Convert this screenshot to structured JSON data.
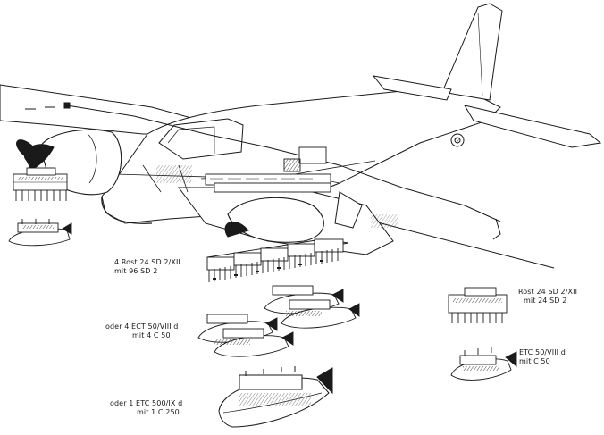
{
  "colors": {
    "ink": "#1a1a1a",
    "shade": "#9a9a9a",
    "paper": "#ffffff"
  },
  "labels": {
    "rost_4": {
      "line1": "4 Rost 24 SD 2/XII",
      "line2": "mit 96 SD 2"
    },
    "ect_4": {
      "line1": "oder  4 ECT 50/VIII d",
      "line2": "mit 4 C 50"
    },
    "etc_500": {
      "line1": "oder  1 ETC 500/IX d",
      "line2": "mit 1 C 250"
    },
    "rost_1": {
      "line1": "Rost 24 SD 2/XII",
      "line2": "mit 24 SD 2"
    },
    "etc_50": {
      "line1": "ETC 50/VIII d",
      "line2": "mit C 50"
    }
  }
}
